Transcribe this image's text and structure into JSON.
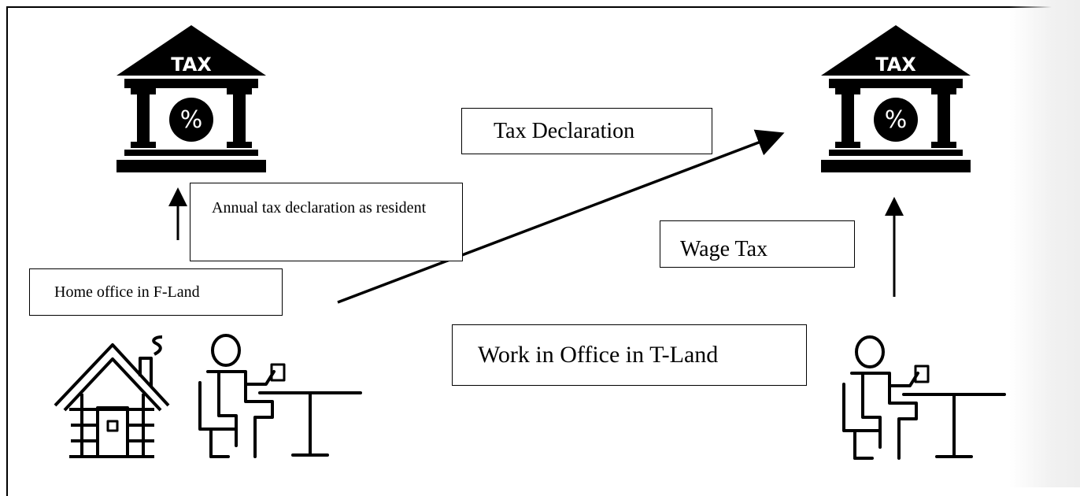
{
  "icons": {
    "tax_building_left": {
      "sign": "TAX",
      "symbol": "%"
    },
    "tax_building_right": {
      "sign": "TAX",
      "symbol": "%"
    }
  },
  "labels": {
    "home_office": "Home office in F-Land",
    "annual_declaration": "Annual tax declaration as resident",
    "tax_declaration": "Tax Declaration",
    "wage_tax": "Wage Tax",
    "work_office": "Work in Office in T-Land"
  },
  "colors": {
    "ink": "#000000",
    "background": "#ffffff"
  }
}
